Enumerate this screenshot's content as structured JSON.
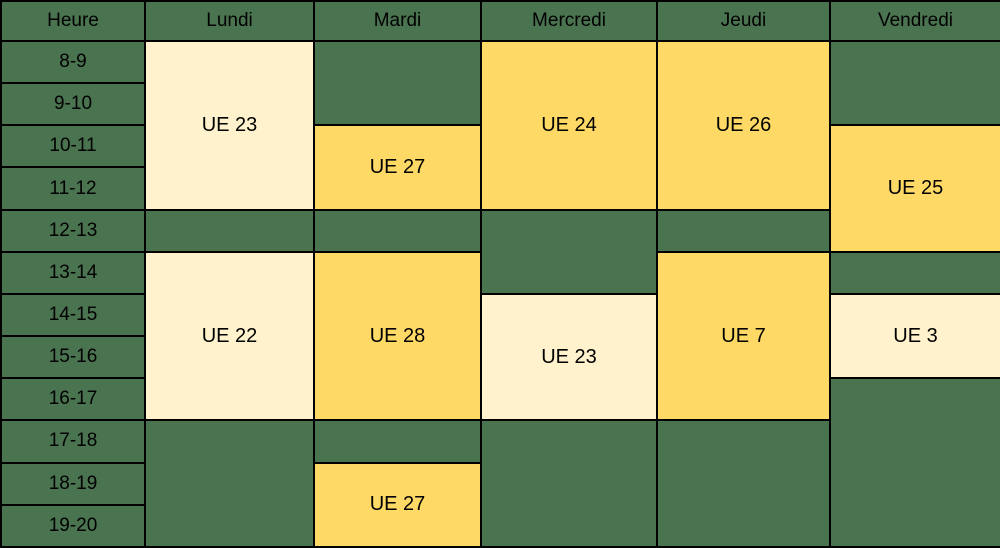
{
  "table": {
    "columns": [
      "Heure",
      "Lundi",
      "Mardi",
      "Mercredi",
      "Jeudi",
      "Vendredi"
    ],
    "hours": [
      "8-9",
      "9-10",
      "10-11",
      "11-12",
      "12-13",
      "13-14",
      "14-15",
      "15-16",
      "16-17",
      "17-18",
      "18-19",
      "19-20"
    ],
    "courses": [
      {
        "day": "Lundi",
        "label": "UE 23",
        "start": "8-9",
        "end": "11-12",
        "color": "cream"
      },
      {
        "day": "Lundi",
        "label": "UE 22",
        "start": "13-14",
        "end": "16-17",
        "color": "cream"
      },
      {
        "day": "Mardi",
        "label": "UE 27",
        "start": "10-11",
        "end": "11-12",
        "color": "yellow"
      },
      {
        "day": "Mardi",
        "label": "UE 28",
        "start": "13-14",
        "end": "16-17",
        "color": "yellow"
      },
      {
        "day": "Mardi",
        "label": "UE 27",
        "start": "18-19",
        "end": "19-20",
        "color": "yellow"
      },
      {
        "day": "Mercredi",
        "label": "UE 24",
        "start": "8-9",
        "end": "11-12",
        "color": "yellow"
      },
      {
        "day": "Mercredi",
        "label": "UE 23",
        "start": "14-15",
        "end": "16-17",
        "color": "cream"
      },
      {
        "day": "Jeudi",
        "label": "UE 26",
        "start": "8-9",
        "end": "11-12",
        "color": "yellow"
      },
      {
        "day": "Jeudi",
        "label": "UE 7",
        "start": "13-14",
        "end": "16-17",
        "color": "yellow"
      },
      {
        "day": "Vendredi",
        "label": "UE 25",
        "start": "10-11",
        "end": "12-13",
        "color": "yellow"
      },
      {
        "day": "Vendredi",
        "label": "UE 3",
        "start": "14-15",
        "end": "15-16",
        "color": "cream"
      }
    ]
  },
  "colors": {
    "green": "#4a7350",
    "yellow": "#ffd966",
    "cream": "#fff2cc",
    "border": "#000000",
    "text": "#000000"
  }
}
